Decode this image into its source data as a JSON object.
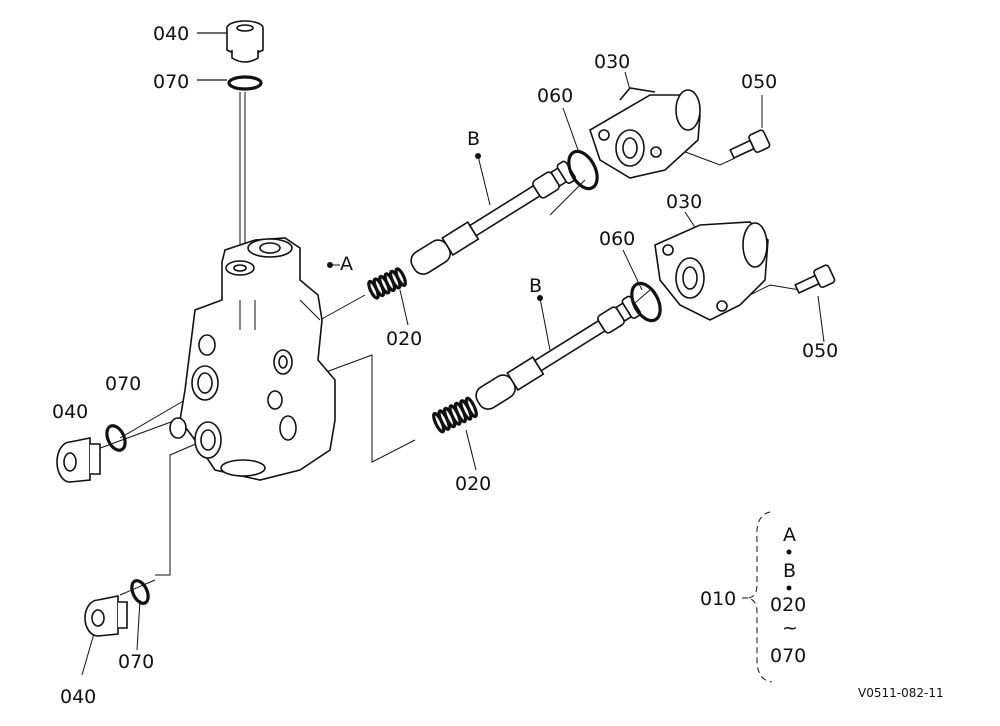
{
  "diagram": {
    "code": "V0511-082-11",
    "labels": {
      "plug_top": "040",
      "oring_top": "070",
      "plug_left": "040",
      "oring_left": "070",
      "plug_bottom": "040",
      "oring_bottom": "070",
      "body_ref": "A",
      "spool_upper": "B",
      "spool_lower": "B",
      "spring_upper": "020",
      "spring_lower": "020",
      "oring_upper": "060",
      "oring_lower": "060",
      "solenoid_upper": "030",
      "solenoid_lower": "030",
      "screw_upper": "050",
      "screw_lower": "050"
    },
    "assembly": {
      "number": "010",
      "items": [
        "A",
        "B",
        "020",
        "~",
        "070"
      ]
    }
  }
}
